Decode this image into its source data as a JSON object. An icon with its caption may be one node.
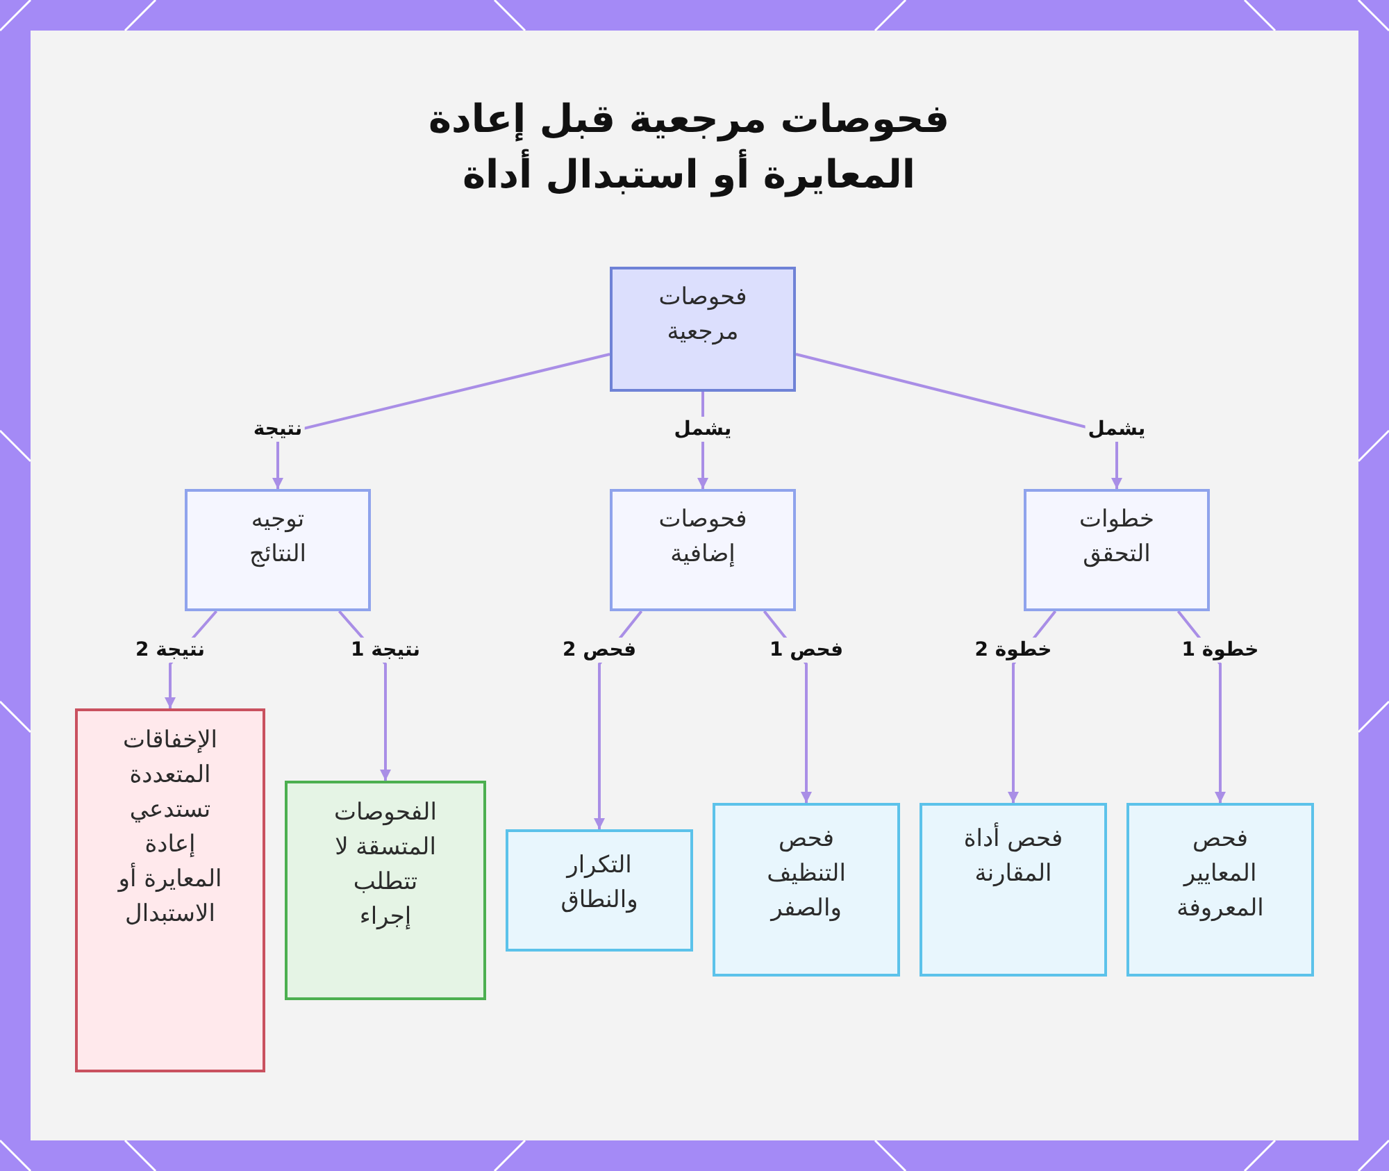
{
  "diagram": {
    "title": "فحوصات مرجعية قبل إعادة المعايرة أو استبدال أداة",
    "nodes": [
      {
        "text": [
          "فحوصات مرجعية"
        ]
      },
      {
        "text": [
          "خطوات التحقق"
        ]
      },
      {
        "text": [
          "فحوصات إضافية"
        ]
      },
      {
        "text": [
          "توجيه النتائج"
        ]
      },
      {
        "text": [
          "فحص المعايير المعروفة"
        ]
      },
      {
        "text": [
          "فحص أداة المقارنة"
        ]
      },
      {
        "text": [
          "فحص التنظيف والصفر"
        ]
      },
      {
        "text": [
          "التكرار والنطاق"
        ]
      },
      {
        "text": [
          "الفحوصات المتسقة لا تتطلب إجراء"
        ]
      },
      {
        "text": [
          "الإخفاقات المتعددة تستدعي إعادة المعايرة أو الاستبدال"
        ]
      }
    ],
    "edges": [
      {
        "from": 0,
        "to": 1,
        "arrow": "to",
        "label": "يشمل"
      },
      {
        "from": 0,
        "to": 2,
        "arrow": "to",
        "label": "يشمل"
      },
      {
        "from": 0,
        "to": 3,
        "arrow": "to",
        "label": "نتيجة"
      },
      {
        "from": 1,
        "to": 4,
        "arrow": "to",
        "label": "خطوة 1"
      },
      {
        "from": 1,
        "to": 5,
        "arrow": "to",
        "label": "خطوة 2"
      },
      {
        "from": 2,
        "to": 6,
        "arrow": "to",
        "label": "فحص 1"
      },
      {
        "from": 2,
        "to": 7,
        "arrow": "to",
        "label": "فحص 2"
      },
      {
        "from": 3,
        "to": 8,
        "arrow": "to",
        "label": "نتيجة 1"
      },
      {
        "from": 3,
        "to": 9,
        "arrow": "to",
        "label": "نتيجة 2"
      }
    ]
  }
}
